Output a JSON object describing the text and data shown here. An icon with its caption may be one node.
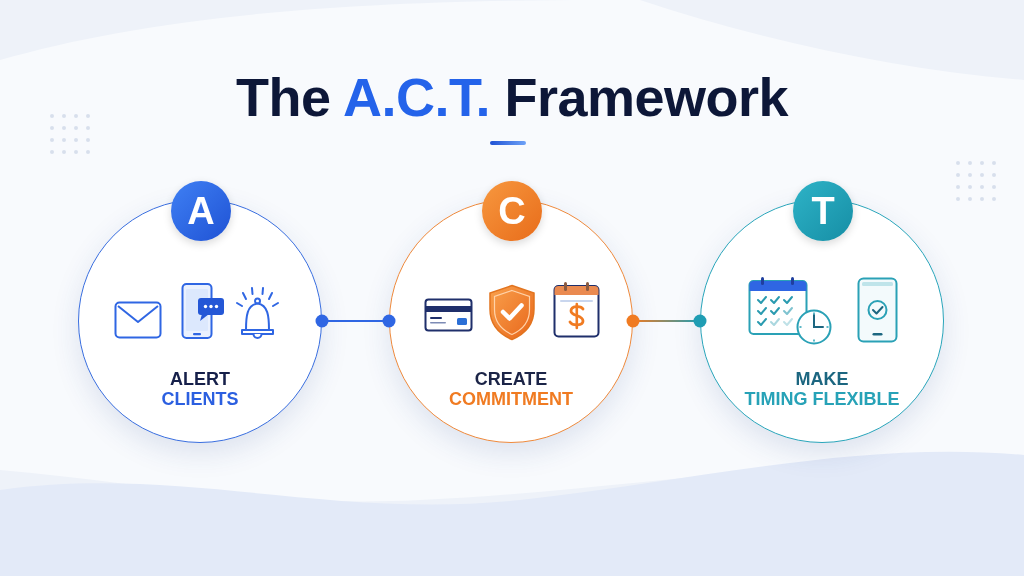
{
  "diagram": {
    "title": "The A.C.T. Framework",
    "nodes": [
      {
        "text": [
          "A",
          "ALERT CLIENTS"
        ]
      },
      {
        "text": [
          "C",
          "CREATE COMMITMENT"
        ]
      },
      {
        "text": [
          "T",
          "MAKE TIMING FLEXIBLE"
        ]
      }
    ],
    "edges": [
      {
        "from": 0,
        "to": 1,
        "arrow": "other"
      },
      {
        "from": 1,
        "to": 2,
        "arrow": "other"
      }
    ]
  }
}
